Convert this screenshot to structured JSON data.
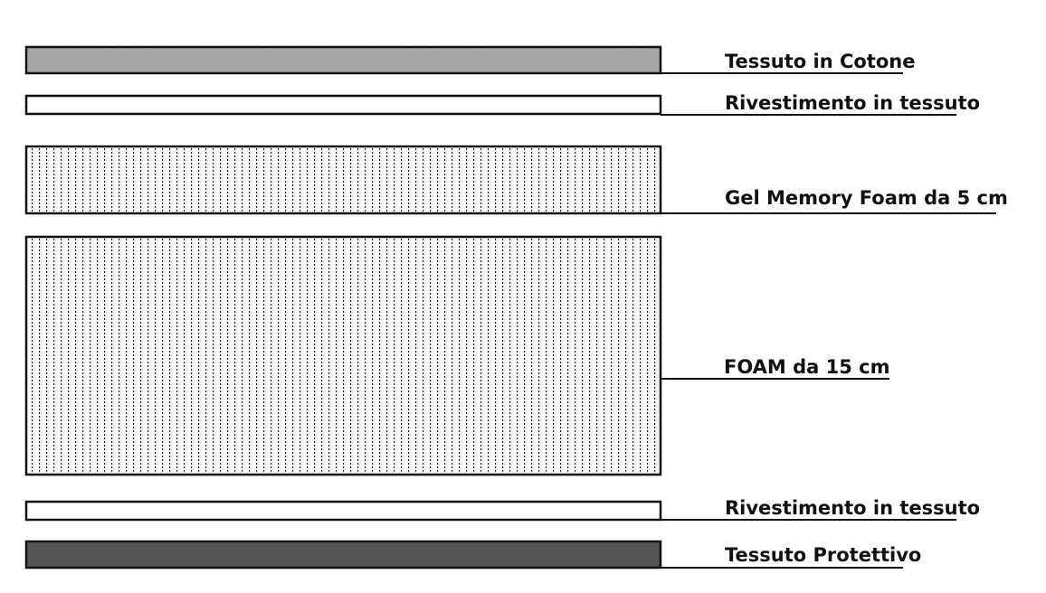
{
  "diagram": {
    "layers": [
      {
        "label": "Tessuto in Cotone",
        "pattern": "speckled"
      },
      {
        "label": "Rivestimento in tessuto",
        "pattern": "plain"
      },
      {
        "label": "Gel Memory Foam da 5 cm",
        "pattern": "dotted-lines"
      },
      {
        "label": "FOAM da 15 cm",
        "pattern": "dotted-lines"
      },
      {
        "label": "Rivestimento in tessuto",
        "pattern": "plain"
      },
      {
        "label": "Tessuto Protettivo",
        "pattern": "solid-dark"
      }
    ],
    "colors": {
      "outline": "#111111",
      "protective_fill": "#555555",
      "cotton_fill": "#a0a0a0"
    }
  }
}
